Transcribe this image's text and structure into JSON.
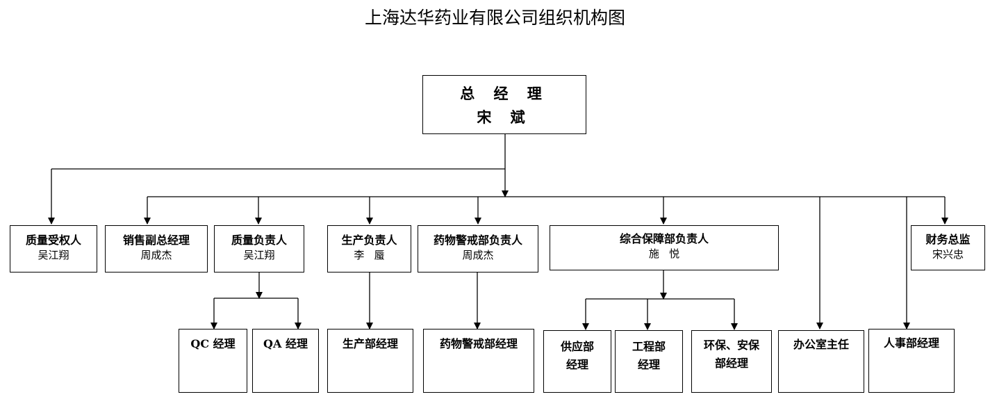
{
  "title": "上海达华药业有限公司组织机构图",
  "general_manager": {
    "role": "总 经 理",
    "name": "宋 斌"
  },
  "level2": [
    {
      "role": "质量受权人",
      "name": "吴江翔"
    },
    {
      "role": "销售副总经理",
      "name": "周成杰"
    },
    {
      "role": "质量负责人",
      "name": "吴江翔"
    },
    {
      "role": "生产负责人",
      "name": "李   蜃"
    },
    {
      "role": "药物警戒部负责人",
      "name": "周成杰"
    },
    {
      "role": "综合保障部负责人",
      "name": "施   悦"
    },
    {
      "role": "财务总监",
      "name": "宋兴忠"
    }
  ],
  "level3": [
    {
      "line1": "QC 经理",
      "line2": ""
    },
    {
      "line1": "QA 经理",
      "line2": ""
    },
    {
      "line1": "生产部经理",
      "line2": ""
    },
    {
      "line1": "药物警戒部经理",
      "line2": ""
    },
    {
      "line1": "供应部",
      "line2": "经理"
    },
    {
      "line1": "工程部",
      "line2": "经理"
    },
    {
      "line1": "环保、安保",
      "line2": "部经理"
    },
    {
      "line1": "办公室主任",
      "line2": ""
    },
    {
      "line1": "人事部经理",
      "line2": ""
    }
  ]
}
